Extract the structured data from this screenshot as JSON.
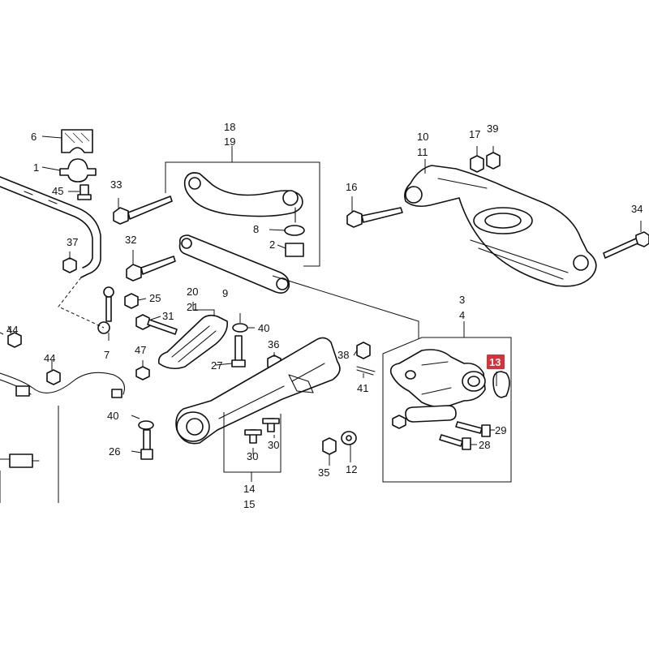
{
  "callouts": {
    "c1": "1",
    "c2": "2",
    "c3": "3",
    "c4": "4",
    "c6": "6",
    "c7": "7",
    "c8": "8",
    "c9": "9",
    "c10": "10",
    "c11": "11",
    "c12": "12",
    "c13": "13",
    "c14": "14",
    "c15": "15",
    "c16": "16",
    "c17": "17",
    "c18": "18",
    "c19": "19",
    "c20": "20",
    "c21": "21",
    "c25": "25",
    "c26": "26",
    "c27": "27",
    "c28": "28",
    "c29": "29",
    "c30a": "30",
    "c30b": "30",
    "c31": "31",
    "c32": "32",
    "c33": "33",
    "c34": "34",
    "c35": "35",
    "c36": "36",
    "c37": "37",
    "c38": "38",
    "c39": "39",
    "c40a": "40",
    "c40b": "40",
    "c41": "41",
    "c44a": "44",
    "c44b": "44",
    "c45": "45",
    "c47": "47"
  },
  "highlight": {
    "part": "13",
    "color": "#d9303a"
  }
}
